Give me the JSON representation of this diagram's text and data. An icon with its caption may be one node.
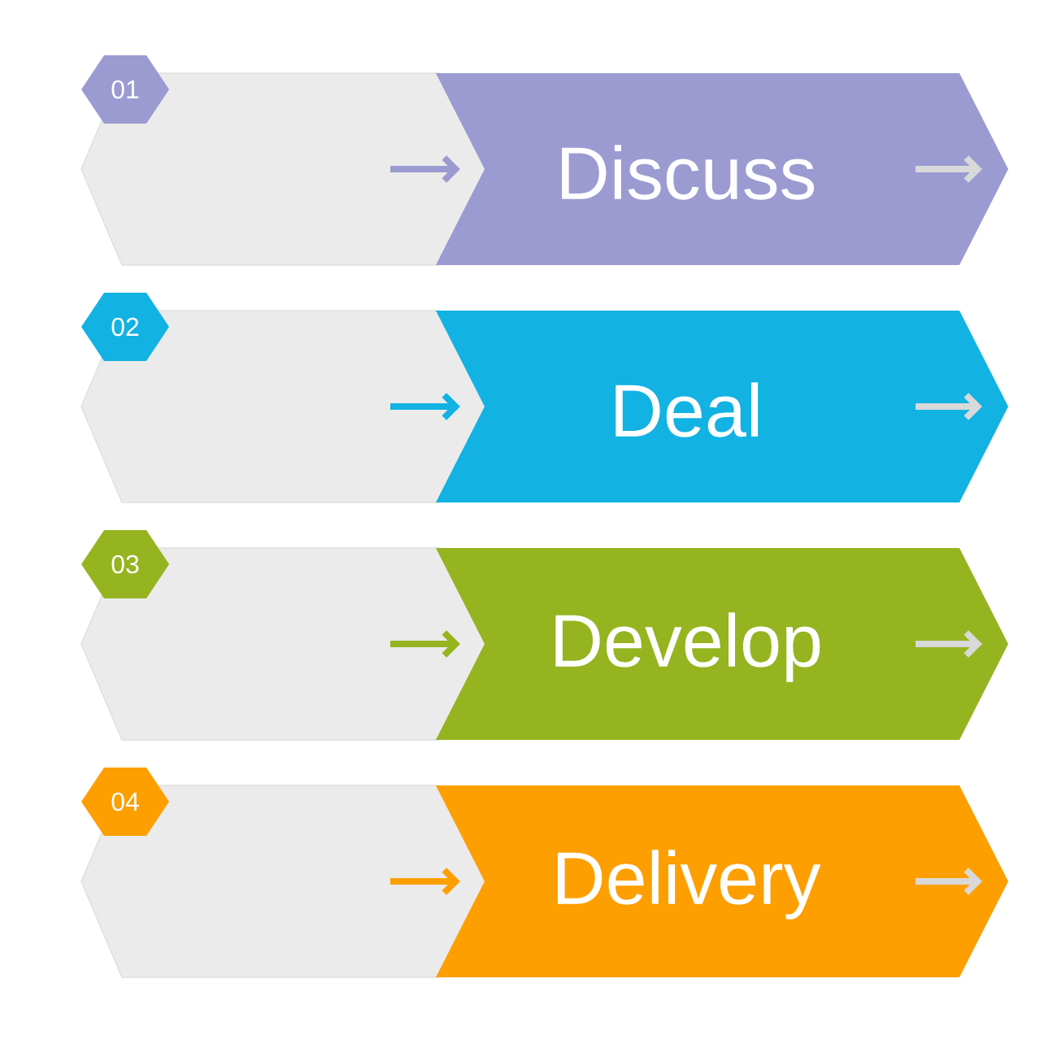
{
  "diagram": {
    "nodes": [
      {
        "text": [
          "01"
        ]
      },
      {
        "text": [
          "Discuss"
        ]
      },
      {
        "text": [
          "02"
        ]
      },
      {
        "text": [
          "Deal"
        ]
      },
      {
        "text": [
          "03"
        ]
      },
      {
        "text": [
          "Develop"
        ]
      },
      {
        "text": [
          "04"
        ]
      },
      {
        "text": [
          "Delivery"
        ]
      }
    ]
  }
}
